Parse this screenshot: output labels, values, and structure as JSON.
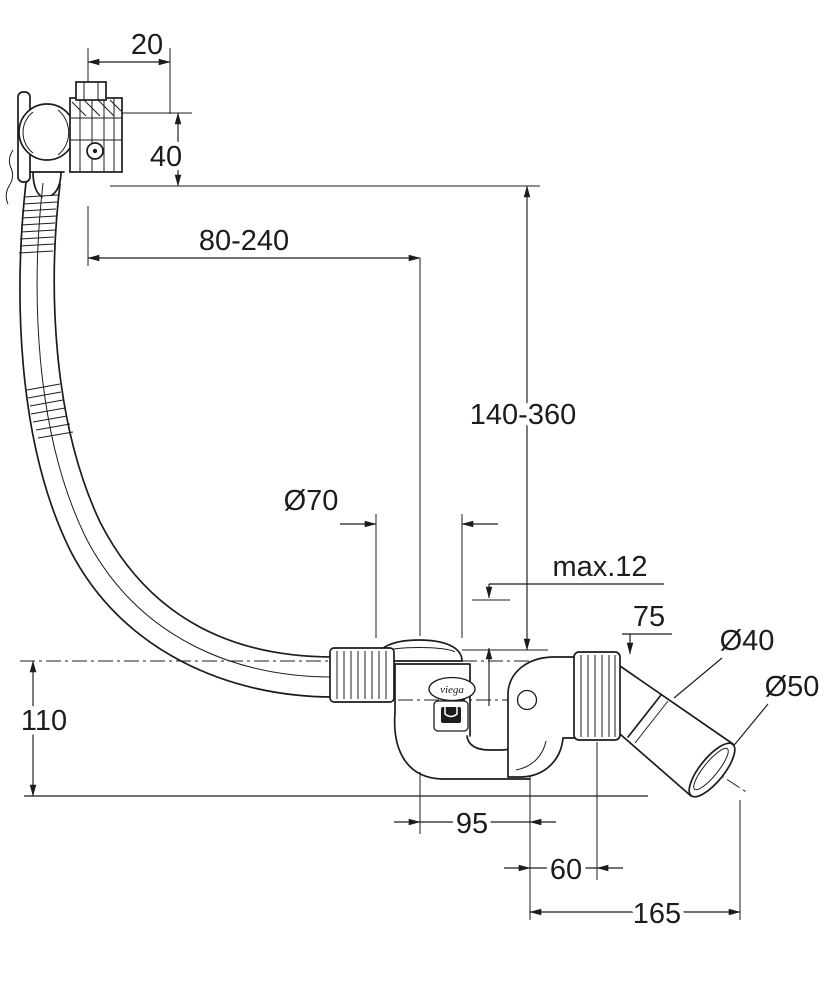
{
  "meta": {
    "title": "Bath waste, overflow and filler set - dimensional side-view drawing",
    "drawing_type": "technical-line-drawing",
    "line_color": "#1c1c1c",
    "background_color": "#ffffff"
  },
  "logo": {
    "brand": "viega"
  },
  "dimensions": {
    "knob_width": {
      "label": "20"
    },
    "knob_height": {
      "label": "40"
    },
    "horizontal_adjust": {
      "label": "80-240"
    },
    "vertical_adjust": {
      "label": "140-360"
    },
    "flange_diameter": {
      "label": "Ø70"
    },
    "max_rim_thickness": {
      "label": "max.12"
    },
    "outlet_rise": {
      "label": "75"
    },
    "outlet_dia_small": {
      "label": "Ø40"
    },
    "outlet_dia_large": {
      "label": "Ø50"
    },
    "trap_depth": {
      "label": "110"
    },
    "trap_offset": {
      "label": "95"
    },
    "elbow_offset": {
      "label": "60"
    },
    "outlet_length": {
      "label": "165"
    }
  }
}
